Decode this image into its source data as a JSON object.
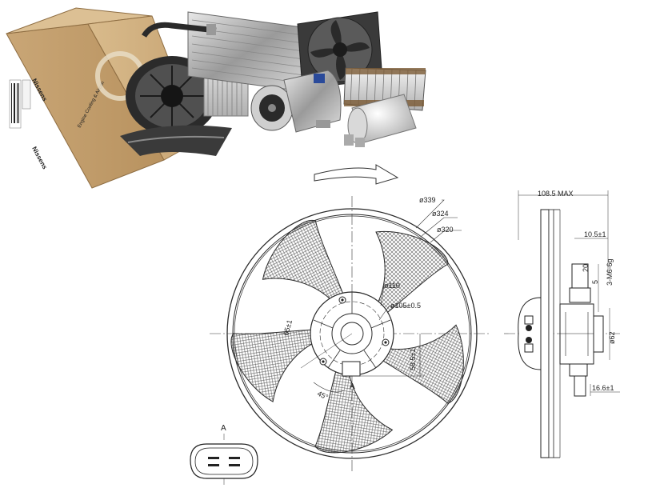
{
  "product_box": {
    "brand_label": "Nissens",
    "side_text": "Engine Cooling & Aircon"
  },
  "front_view": {
    "dimensions": {
      "d339": "ø339",
      "d324": "ø324",
      "d320": "ø320",
      "d110": "ø110",
      "d105": "ø105±0.5",
      "h58": "58.5±1",
      "b65": "65±1",
      "a45": "45°"
    },
    "section_mark": "A"
  },
  "side_view": {
    "dimensions": {
      "max_depth": "108.5  MAX",
      "d105": "10.5±1",
      "d20": "20",
      "d5": "5",
      "thread": "3-M6-6g",
      "d62": "ø62",
      "d166": "16.6±1"
    }
  },
  "connector": {
    "label": "A"
  },
  "colors": {
    "line": "#2a2a2a",
    "hatch": "#555555",
    "box": "#c8a578",
    "box_dark": "#a8875a"
  }
}
